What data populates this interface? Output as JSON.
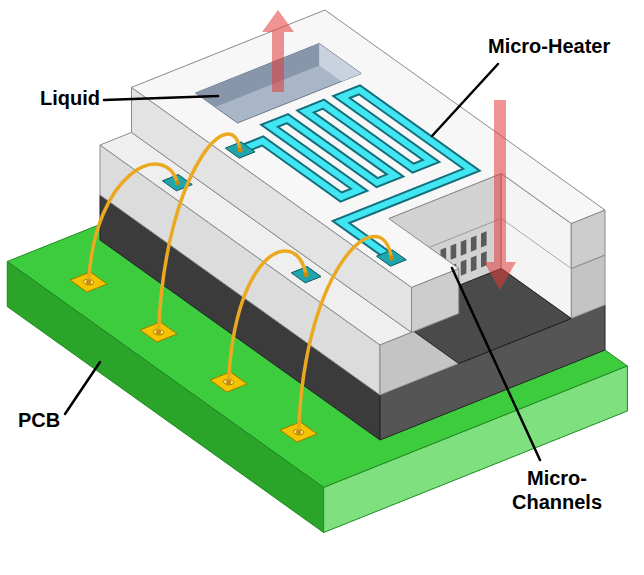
{
  "diagram": {
    "labels": [
      "Micro-Heater",
      "Liquid",
      "Micro- Channels",
      "PCB"
    ]
  }
}
